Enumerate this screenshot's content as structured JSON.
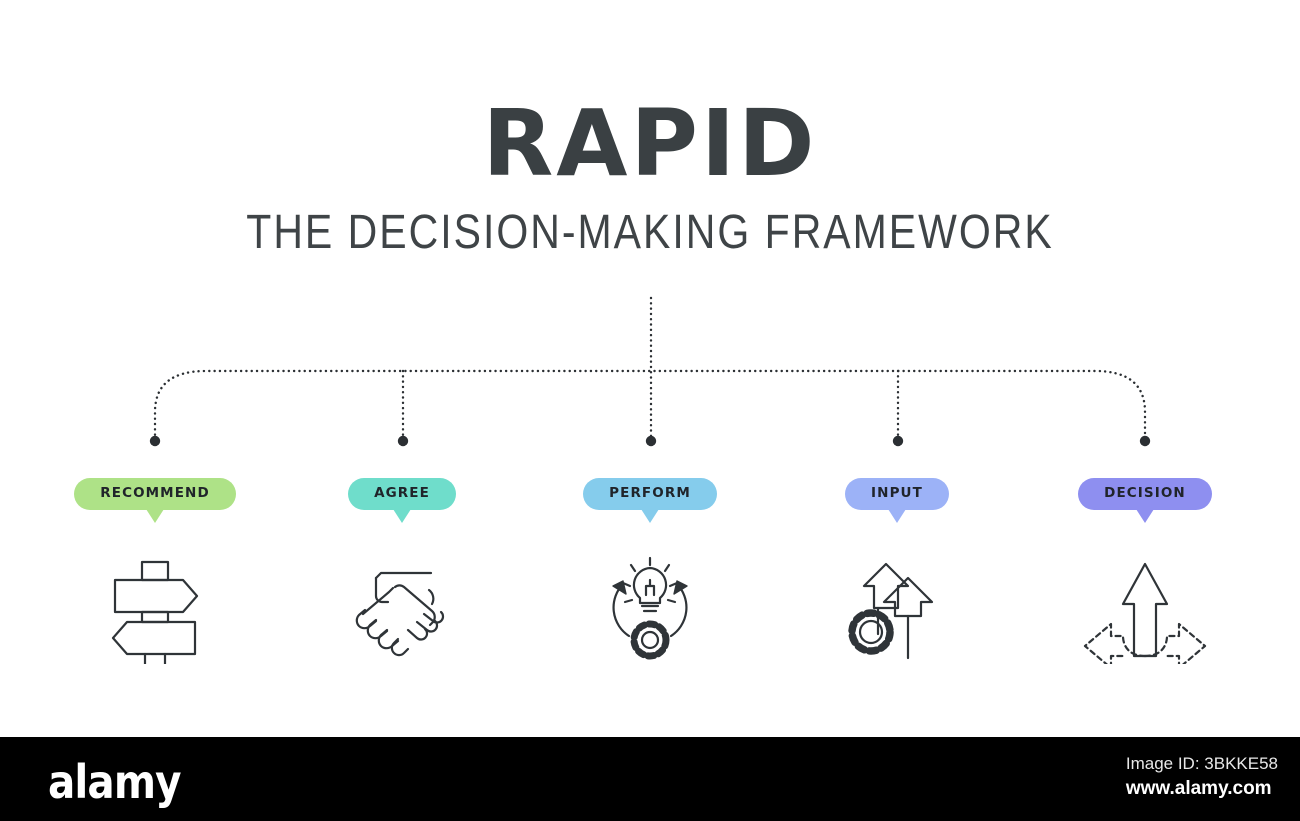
{
  "header": {
    "title": "RAPID",
    "subtitle": "THE DECISION-MAKING FRAMEWORK"
  },
  "diagram": {
    "type": "framework-branch-diagram",
    "branch_count": 5,
    "connector_style": "dotted",
    "connector_color": "#2b2f33",
    "node_dot_color": "#2b2f33",
    "nodes": [
      {
        "key": "R",
        "label": "RECOMMEND",
        "color": "#aee287",
        "icon": "signpost-icon",
        "icon_label": "direction signpost"
      },
      {
        "key": "A",
        "label": "AGREE",
        "color": "#6fddcb",
        "icon": "handshake-icon",
        "icon_label": "handshake"
      },
      {
        "key": "P",
        "label": "PERFORM",
        "color": "#85ccec",
        "icon": "lightbulb-gear-cycle-icon",
        "icon_label": "lightbulb gear process cycle"
      },
      {
        "key": "I",
        "label": "INPUT",
        "color": "#9cb2f7",
        "icon": "up-arrows-gear-icon",
        "icon_label": "rising arrows with gear"
      },
      {
        "key": "D",
        "label": "DECISION",
        "color": "#8e8ff0",
        "icon": "three-way-arrow-icon",
        "icon_label": "three directional arrows"
      }
    ]
  },
  "footer": {
    "logo": "alamy",
    "image_id": "Image ID: 3BKKE58",
    "url": "www.alamy.com"
  }
}
